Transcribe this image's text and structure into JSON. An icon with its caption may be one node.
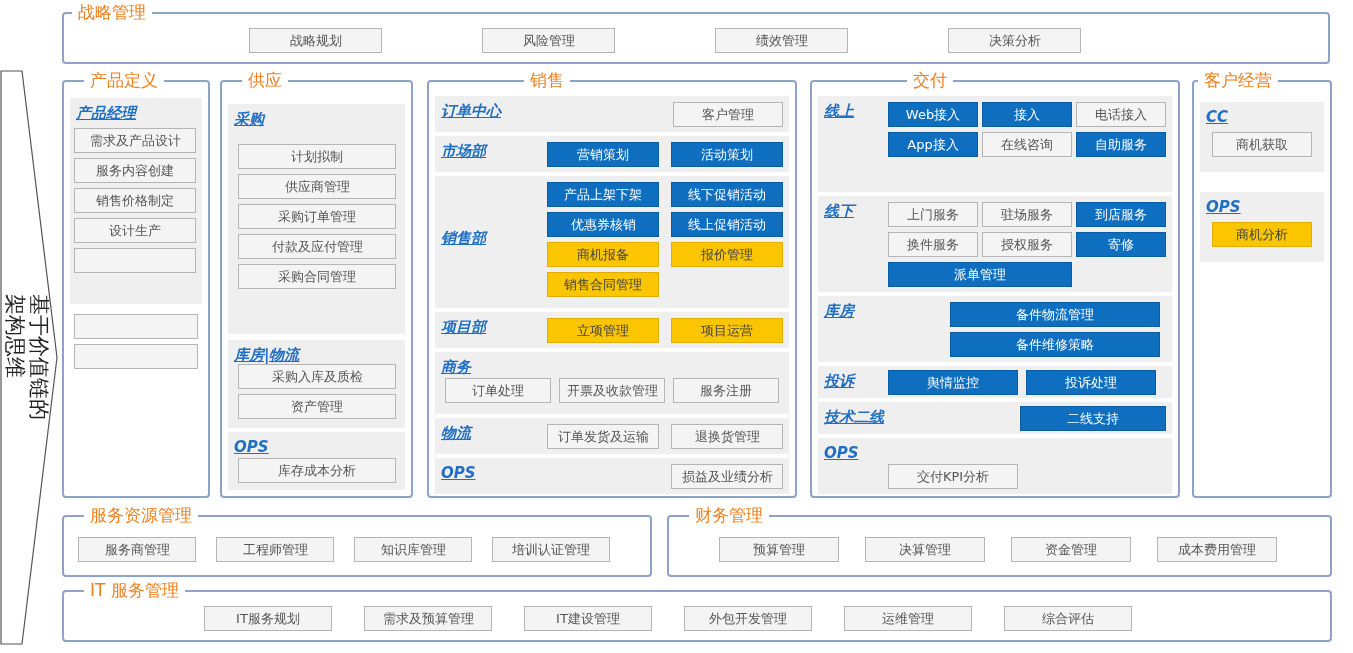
{
  "diagram": {
    "nodes": [
      {
        "text": [
          "战略管理"
        ]
      },
      {
        "text": [
          "战略规划"
        ],
        "in": 0
      },
      {
        "text": [
          "风险管理"
        ],
        "in": 0
      },
      {
        "text": [
          "绩效管理"
        ],
        "in": 0
      },
      {
        "text": [
          "决策分析"
        ],
        "in": 0
      },
      {
        "text": [
          "基于价值链的架构思维"
        ]
      },
      {
        "text": [
          "产品定义"
        ]
      },
      {
        "text": [
          "产品经理"
        ],
        "in": 6
      },
      {
        "text": [
          "需求及产品设计"
        ],
        "in": 7
      },
      {
        "text": [
          "服务内容创建"
        ],
        "in": 7
      },
      {
        "text": [
          "销售价格制定"
        ],
        "in": 7
      },
      {
        "text": [
          "设计生产"
        ],
        "in": 7
      },
      {
        "text": [],
        "shape": "box",
        "in": 7
      },
      {
        "text": [],
        "shape": "box",
        "in": 6
      },
      {
        "text": [],
        "shape": "box",
        "in": 6
      },
      {
        "text": [
          "供应"
        ]
      },
      {
        "text": [
          "采购"
        ],
        "in": 15
      },
      {
        "text": [
          "计划拟制"
        ],
        "in": 16
      },
      {
        "text": [
          "供应商管理"
        ],
        "in": 16
      },
      {
        "text": [
          "采购订单管理"
        ],
        "in": 16
      },
      {
        "text": [
          "付款及应付管理"
        ],
        "in": 16
      },
      {
        "text": [
          "采购合同管理"
        ],
        "in": 16
      },
      {
        "text": [
          "库房|物流"
        ],
        "in": 15
      },
      {
        "text": [
          "采购入库及质检"
        ],
        "in": 22
      },
      {
        "text": [
          "资产管理"
        ],
        "in": 22
      },
      {
        "text": [
          "OPS"
        ],
        "in": 15
      },
      {
        "text": [
          "库存成本分析"
        ],
        "in": 25
      },
      {
        "text": [
          "销售"
        ]
      },
      {
        "text": [
          "订单中心"
        ],
        "in": 27
      },
      {
        "text": [
          "客户管理"
        ],
        "in": 28
      },
      {
        "text": [
          "市场部"
        ],
        "in": 27
      },
      {
        "text": [
          "营销策划"
        ],
        "in": 30
      },
      {
        "text": [
          "活动策划"
        ],
        "in": 30
      },
      {
        "text": [
          "销售部"
        ],
        "in": 27
      },
      {
        "text": [
          "产品上架下架"
        ],
        "in": 33
      },
      {
        "text": [
          "线下促销活动"
        ],
        "in": 33
      },
      {
        "text": [
          "优惠券核销"
        ],
        "in": 33
      },
      {
        "text": [
          "线上促销活动"
        ],
        "in": 33
      },
      {
        "text": [
          "商机报备"
        ],
        "in": 33
      },
      {
        "text": [
          "报价管理"
        ],
        "in": 33
      },
      {
        "text": [
          "销售合同管理"
        ],
        "in": 33
      },
      {
        "text": [
          "项目部"
        ],
        "in": 27
      },
      {
        "text": [
          "立项管理"
        ],
        "in": 41
      },
      {
        "text": [
          "项目运营"
        ],
        "in": 41
      },
      {
        "text": [
          "商务"
        ],
        "in": 27
      },
      {
        "text": [
          "订单处理"
        ],
        "in": 44
      },
      {
        "text": [
          "开票及收款管理"
        ],
        "in": 44
      },
      {
        "text": [
          "服务注册"
        ],
        "in": 44
      },
      {
        "text": [
          "物流"
        ],
        "in": 27
      },
      {
        "text": [
          "订单发货及运输"
        ],
        "in": 48
      },
      {
        "text": [
          "退换货管理"
        ],
        "in": 48
      },
      {
        "text": [
          "OPS"
        ],
        "in": 27
      },
      {
        "text": [
          "损益及业绩分析"
        ],
        "in": 51
      },
      {
        "text": [
          "交付"
        ]
      },
      {
        "text": [
          "线上"
        ],
        "in": 53
      },
      {
        "text": [
          "Web接入"
        ],
        "in": 54
      },
      {
        "text": [
          "接入"
        ],
        "in": 54
      },
      {
        "text": [
          "电话接入"
        ],
        "in": 54
      },
      {
        "text": [
          "App接入"
        ],
        "in": 54
      },
      {
        "text": [
          "在线咨询"
        ],
        "in": 54
      },
      {
        "text": [
          "自助服务"
        ],
        "in": 54
      },
      {
        "text": [
          "线下"
        ],
        "in": 53
      },
      {
        "text": [
          "上门服务"
        ],
        "in": 61
      },
      {
        "text": [
          "驻场服务"
        ],
        "in": 61
      },
      {
        "text": [
          "到店服务"
        ],
        "in": 61
      },
      {
        "text": [
          "换件服务"
        ],
        "in": 61
      },
      {
        "text": [
          "授权服务"
        ],
        "in": 61
      },
      {
        "text": [
          "寄修"
        ],
        "in": 61
      },
      {
        "text": [
          "派单管理"
        ],
        "in": 61
      },
      {
        "text": [
          "库房"
        ],
        "in": 53
      },
      {
        "text": [
          "备件物流管理"
        ],
        "in": 69
      },
      {
        "text": [
          "备件维修策略"
        ],
        "in": 69
      },
      {
        "text": [
          "投诉"
        ],
        "in": 53
      },
      {
        "text": [
          "舆情监控"
        ],
        "in": 72
      },
      {
        "text": [
          "投诉处理"
        ],
        "in": 72
      },
      {
        "text": [
          "技术二线"
        ],
        "in": 53
      },
      {
        "text": [
          "二线支持"
        ],
        "in": 75
      },
      {
        "text": [
          "OPS"
        ],
        "in": 53
      },
      {
        "text": [
          "交付KPI分析"
        ],
        "in": 77
      },
      {
        "text": [
          "客户经营"
        ]
      },
      {
        "text": [
          "CC"
        ],
        "in": 79
      },
      {
        "text": [
          "商机获取"
        ],
        "in": 80
      },
      {
        "text": [
          "OPS"
        ],
        "in": 79
      },
      {
        "text": [
          "商机分析"
        ],
        "in": 82
      },
      {
        "text": [
          "服务资源管理"
        ]
      },
      {
        "text": [
          "服务商管理"
        ],
        "in": 84
      },
      {
        "text": [
          "工程师管理"
        ],
        "in": 84
      },
      {
        "text": [
          "知识库管理"
        ],
        "in": 84
      },
      {
        "text": [
          "培训认证管理"
        ],
        "in": 84
      },
      {
        "text": [
          "财务管理"
        ]
      },
      {
        "text": [
          "预算管理"
        ],
        "in": 89
      },
      {
        "text": [
          "决算管理"
        ],
        "in": 89
      },
      {
        "text": [
          "资金管理"
        ],
        "in": 89
      },
      {
        "text": [
          "成本费用管理"
        ],
        "in": 89
      },
      {
        "text": [
          "IT 服务管理"
        ]
      },
      {
        "text": [
          "IT服务规划"
        ],
        "in": 94
      },
      {
        "text": [
          "需求及预算管理"
        ],
        "in": 94
      },
      {
        "text": [
          "IT建设管理"
        ],
        "in": 94
      },
      {
        "text": [
          "外包开发管理"
        ],
        "in": 94
      },
      {
        "text": [
          "运维管理"
        ],
        "in": 94
      },
      {
        "text": [
          "综合评估"
        ],
        "in": 94
      }
    ]
  }
}
